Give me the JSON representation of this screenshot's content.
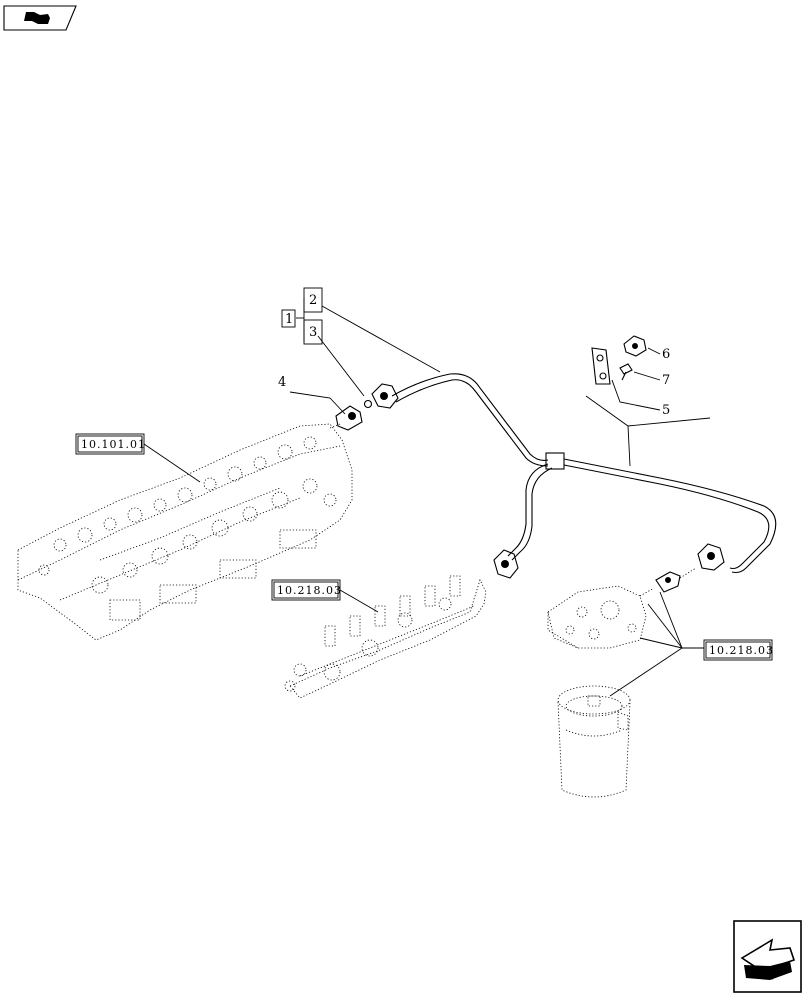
{
  "callouts": {
    "c1": "1",
    "c2": "2",
    "c3": "3",
    "c4": "4",
    "c5": "5",
    "c6": "6",
    "c7": "7"
  },
  "references": {
    "engine": "10.101.01",
    "rail": "10.218.03",
    "filter": "10.218.03"
  },
  "icons": {
    "top_left": "book-arrow-icon",
    "bottom_right": "next-page-arrow-icon"
  }
}
